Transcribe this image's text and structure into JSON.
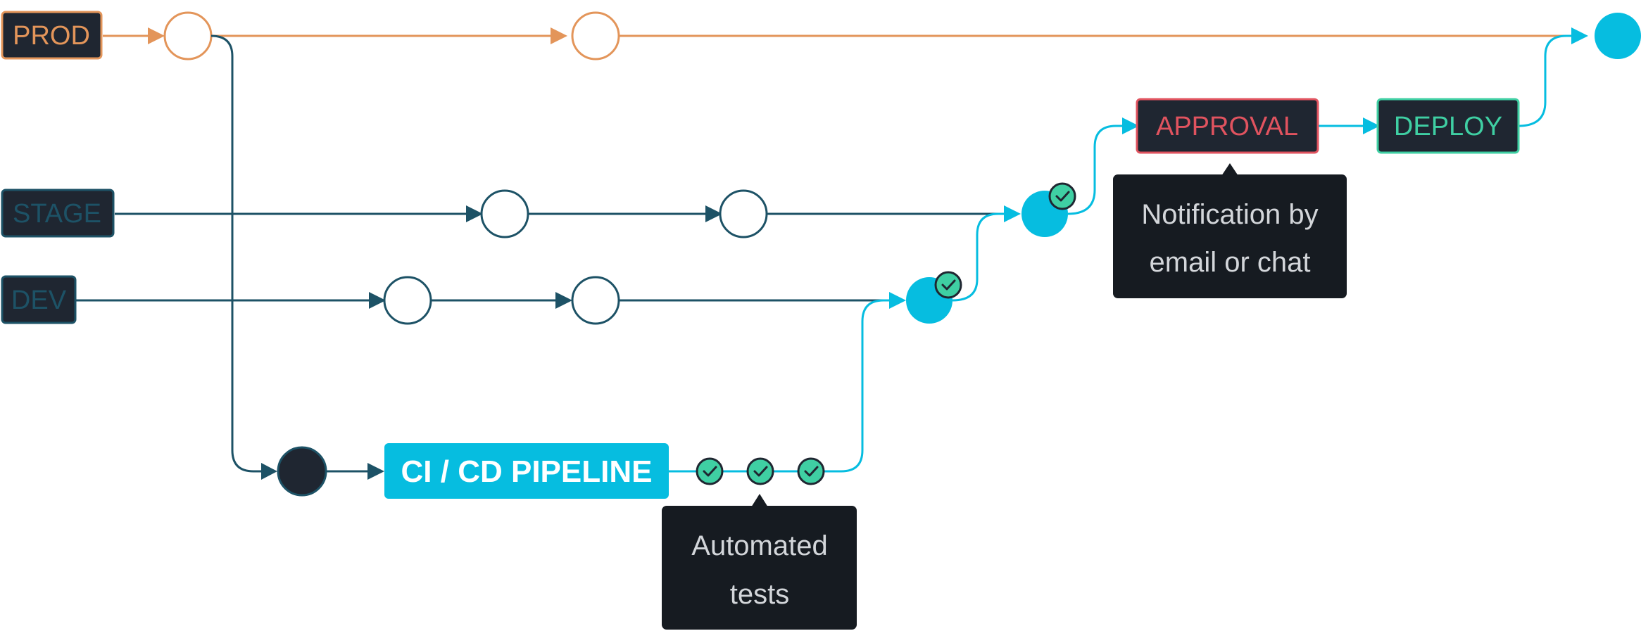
{
  "branches": {
    "prod": "PROD",
    "stage": "STAGE",
    "dev": "DEV"
  },
  "steps": {
    "pipeline": "CI / CD PIPELINE",
    "approval": "APPROVAL",
    "deploy": "DEPLOY"
  },
  "tooltips": {
    "approval": [
      "Notification by",
      "email or chat"
    ],
    "tests": [
      "Automated",
      "tests"
    ]
  },
  "colors": {
    "prod": "#e3955a",
    "stage_dev": "#1d5266",
    "pipeline": "#06bde0",
    "approval": "#e0535f",
    "deploy": "#3fcfa3",
    "check": "#3fcfa3",
    "dark": "#1f2631"
  }
}
